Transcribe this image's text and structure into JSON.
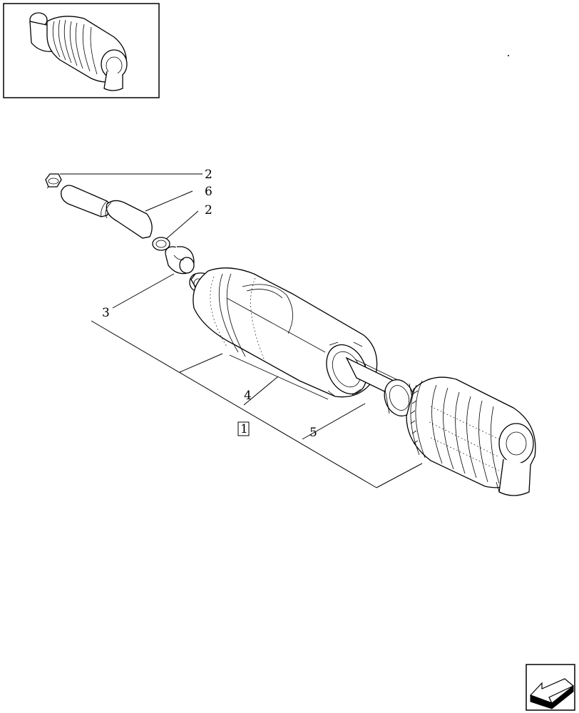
{
  "callouts": {
    "c2_top": "2",
    "c6": "6",
    "c2_lower": "2",
    "c3": "3",
    "c4": "4",
    "c5": "5",
    "c1_boxed": "1"
  },
  "icons": {
    "thumbnail": "air-cleaner-thumbnail-icon",
    "nav_arrow": "previous-page-arrow-icon"
  },
  "colors": {
    "line": "#000000",
    "background": "#ffffff"
  }
}
